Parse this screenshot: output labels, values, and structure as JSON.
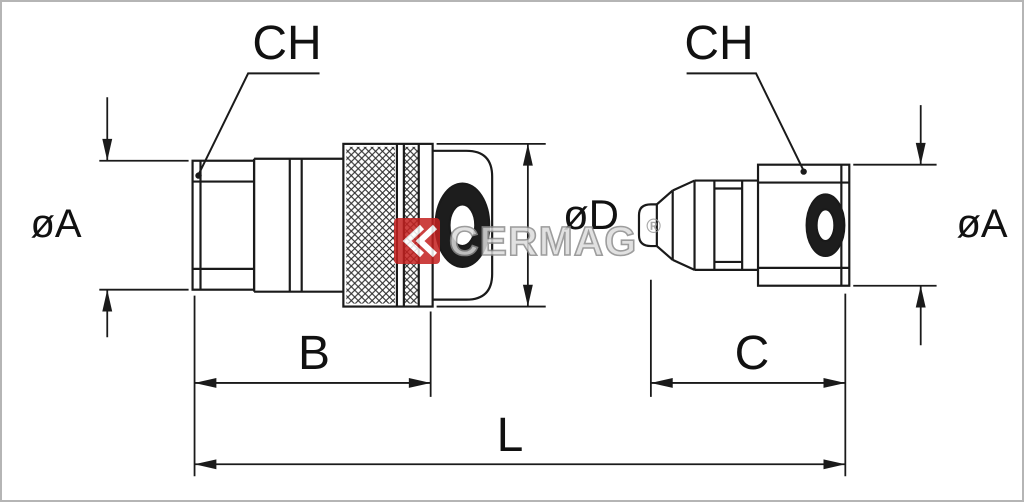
{
  "labels": {
    "ch_left": "CH",
    "ch_right": "CH",
    "dia_a_left": "øA",
    "dia_d": "øD",
    "dia_a_right": "øA",
    "b": "B",
    "c": "C",
    "l": "L"
  },
  "watermark": {
    "brand": "CERMAG",
    "registered": "®",
    "logo_color": "#c4201f",
    "text_color": "#dcdcdc"
  },
  "style": {
    "line_color": "#1a1a1a",
    "border_color": "#b5b5b5"
  }
}
